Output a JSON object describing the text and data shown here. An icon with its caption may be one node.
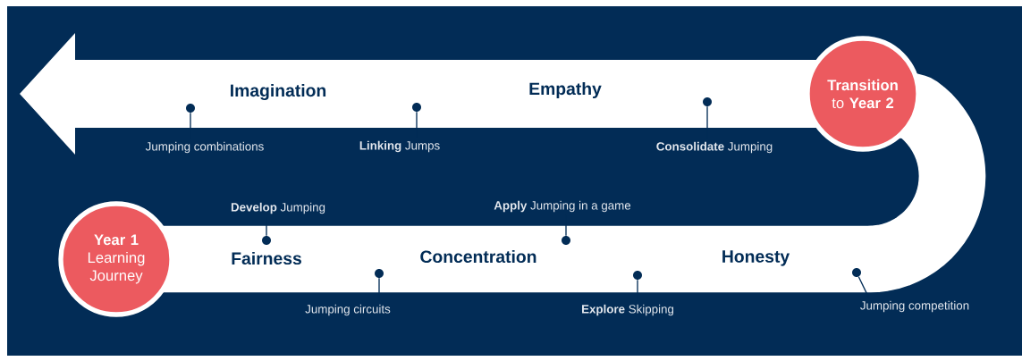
{
  "diagram": {
    "nodes": [
      {
        "text": [
          "**Transition** to **Year 2**"
        ]
      },
      {
        "text": [
          "**Year 1** Learning Journey"
        ]
      },
      {
        "text": [
          "Jumping combinations"
        ]
      },
      {
        "text": [
          "**Linking** Jumps"
        ]
      },
      {
        "text": [
          "**Consolidate** Jumping"
        ]
      },
      {
        "text": [
          "**Develop** Jumping"
        ]
      },
      {
        "text": [
          "**Apply** Jumping in a game"
        ]
      },
      {
        "text": [
          "Jumping circuits"
        ]
      },
      {
        "text": [
          "**Explore** Skipping"
        ]
      },
      {
        "text": [
          "Jumping competition"
        ]
      },
      {
        "text": [],
        "shape": "circle"
      },
      {
        "text": [],
        "shape": "circle"
      },
      {
        "text": [],
        "shape": "circle"
      },
      {
        "text": [],
        "shape": "circle"
      },
      {
        "text": [],
        "shape": "circle"
      },
      {
        "text": [],
        "shape": "circle"
      },
      {
        "text": [],
        "shape": "circle"
      },
      {
        "text": [],
        "shape": "circle"
      }
    ],
    "edges": [
      {
        "from": 1,
        "to": 0,
        "arrow": "none",
        "style": "thick",
        "color": "#ffffff"
      },
      {
        "from": 0,
        "to": null,
        "arrow": "to",
        "style": "thick",
        "color": "#ffffff"
      },
      {
        "from": 2,
        "to": 10,
        "arrow": "none"
      },
      {
        "from": 3,
        "to": 11,
        "arrow": "none"
      },
      {
        "from": 4,
        "to": 12,
        "arrow": "none"
      },
      {
        "from": 5,
        "to": 13,
        "arrow": "none"
      },
      {
        "from": 6,
        "to": 14,
        "arrow": "none"
      },
      {
        "from": 7,
        "to": 15,
        "arrow": "none"
      },
      {
        "from": 8,
        "to": 16,
        "arrow": "none"
      },
      {
        "from": 9,
        "to": 17,
        "arrow": "none"
      }
    ],
    "labels": [
      "Imagination",
      "Empathy",
      "Fairness",
      "Concentration",
      "Honesty"
    ]
  }
}
